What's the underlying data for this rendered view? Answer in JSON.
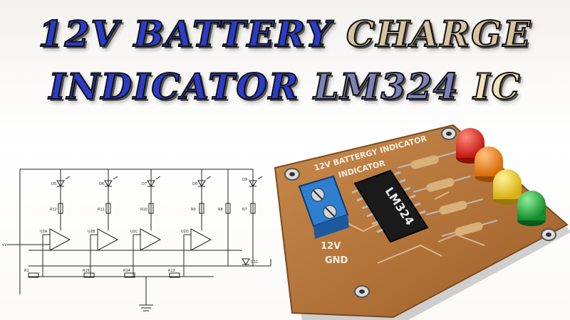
{
  "title": {
    "line1": [
      "12V",
      "BATTERY",
      "CHARGE"
    ],
    "line2": [
      "INDICATOR",
      "LM324",
      "IC"
    ]
  },
  "schematic": {
    "led_labels": [
      "D5",
      "D6",
      "D7",
      "D8",
      "D9"
    ],
    "resistor_labels": [
      "R12",
      "R11",
      "R10",
      "R9",
      "R8",
      "R7"
    ],
    "opamp_labels": [
      "U2A",
      "U2B",
      "U2C",
      "U2D"
    ],
    "bottom_resistor_labels": [
      "R1",
      "R15",
      "R14",
      "R13"
    ],
    "zener_label": "D1C",
    "input_label": "+V"
  },
  "pcb": {
    "title_line1": "12V BATTERGY INDICATOR",
    "title_line2": "INDICATOR",
    "chip_label": "LM324",
    "label_12v": "12V",
    "label_gnd": "GND",
    "led_colors": [
      "#e0241c",
      "#f07a10",
      "#f3d21c",
      "#1fa83a"
    ],
    "board_color": "#b9773c",
    "terminal_color": "#2f7fd0"
  }
}
